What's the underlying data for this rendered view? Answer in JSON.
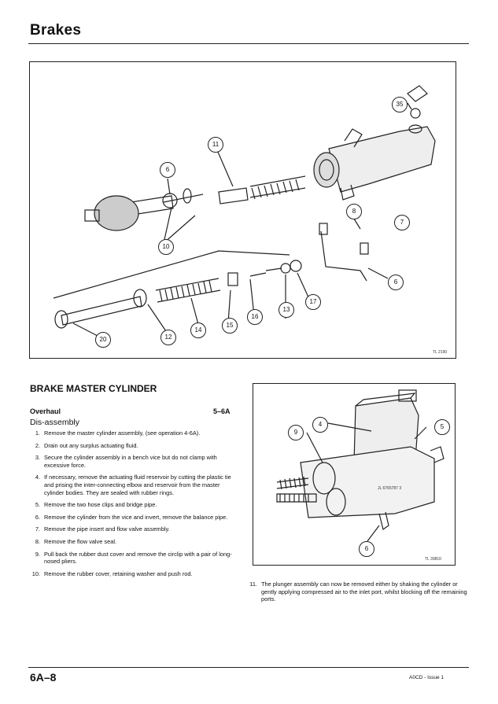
{
  "header": {
    "title": "Brakes"
  },
  "figure_top": {
    "ref": "TL 2190",
    "callouts": [
      "35",
      "6",
      "11",
      "8",
      "7",
      "10",
      "6",
      "20",
      "12",
      "14",
      "15",
      "16",
      "13",
      "17"
    ]
  },
  "section": {
    "title": "BRAKE MASTER CYLINDER",
    "overhaul_label": "Overhaul",
    "overhaul_code": "5–6A",
    "disassembly_label": "Dis-assembly"
  },
  "steps": [
    {
      "num": "1.",
      "text": "Remove the master cylinder assembly, (see operation 4-6A)."
    },
    {
      "num": "2.",
      "text": "Drain out any surplus actuating fluid."
    },
    {
      "num": "3.",
      "text": "Secure the cylinder assembly in a bench vice but do not clamp with excessive force."
    },
    {
      "num": "4.",
      "text": "If necessary, remove the actuating fluid reservoir by cutting the plastic tie and prising the inter-connecting elbow and reservoir from the master cylinder bodies. They are sealed with rubber rings."
    },
    {
      "num": "5.",
      "text": "Remove the two hose clips and bridge pipe."
    },
    {
      "num": "6.",
      "text": "Remove the cylinder from the vice and invert, remove the balance pipe."
    },
    {
      "num": "7.",
      "text": "Remove the pipe insert and flow valve assembly."
    },
    {
      "num": "8.",
      "text": "Remove the flow valve seal."
    },
    {
      "num": "9.",
      "text": "Pull back the rubber dust cover and remove the circlip with a pair of long-nosed pliers."
    },
    {
      "num": "10.",
      "text": "Remove the rubber cover, retaining washer and push rod."
    }
  ],
  "figure_right": {
    "ref": "TL 39810",
    "callouts": [
      "4",
      "9",
      "5",
      "6"
    ],
    "stamp": "JL 6765787 3"
  },
  "right_step": {
    "num": "11.",
    "text": "The plunger assembly can now be removed either by shaking the cylinder or gently applying compressed air to the inlet port, whilst blocking off the remaining ports."
  },
  "footer": {
    "page_code": "6A–8",
    "issue": "A0CD - Issue 1"
  },
  "colors": {
    "ink": "#111111",
    "line": "#222222",
    "paper": "#ffffff"
  }
}
